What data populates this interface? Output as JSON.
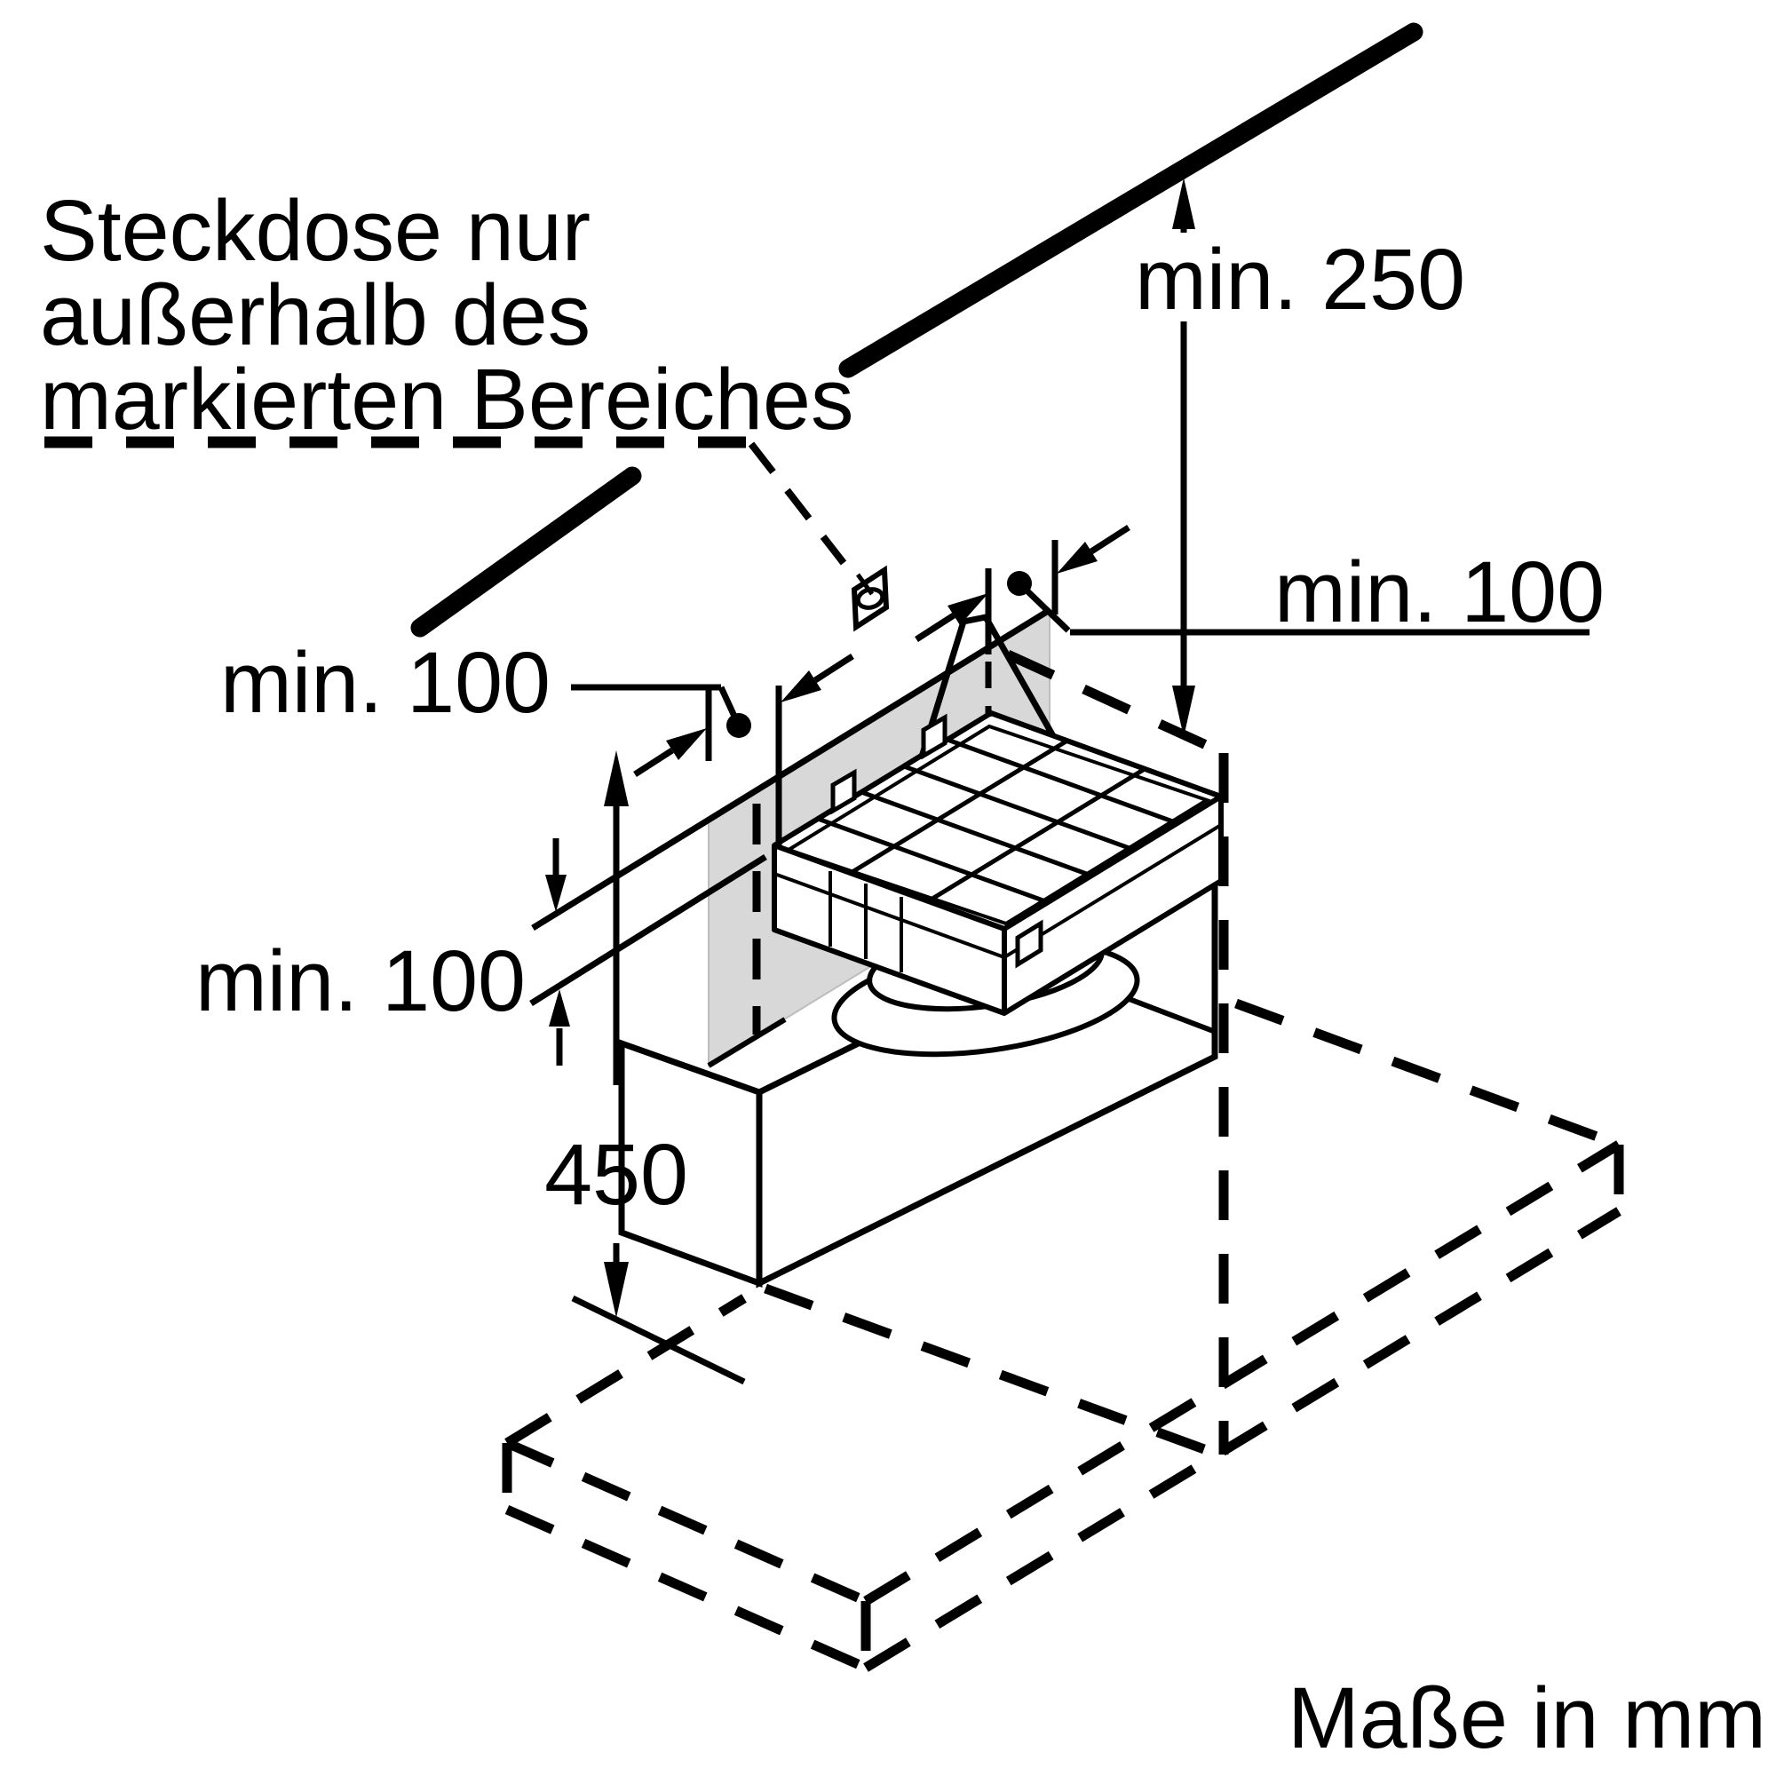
{
  "diagram": {
    "type": "installation-drawing",
    "note": {
      "line1": "Steckdose nur",
      "line2": "außerhalb des",
      "line3": "markierten Bereiches"
    },
    "dimensions": {
      "top_clearance": "min. 250",
      "side_clearance_right": "min. 100",
      "side_clearance_left": "min. 100",
      "lower_clearance": "min. 100",
      "chimney_height": "450"
    },
    "footer": {
      "units_label": "Maße in mm"
    },
    "icons": {
      "socket": "power-socket-icon"
    },
    "colors": {
      "line": "#000000",
      "marked_area_fill": "#d8d8d8",
      "background": "#ffffff"
    }
  }
}
